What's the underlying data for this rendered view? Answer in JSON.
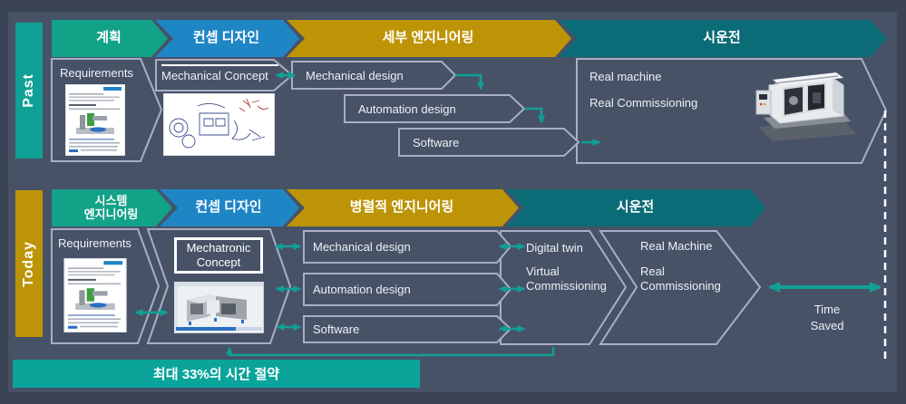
{
  "rows": {
    "past": {
      "label": "Past",
      "phases": [
        {
          "label": "계획"
        },
        {
          "label": "컨셉 디자인"
        },
        {
          "label": "세부 엔지니어링"
        },
        {
          "label": "시운전"
        }
      ],
      "steps": {
        "requirements": "Requirements",
        "mechanical_concept": "Mechanical Concept",
        "mechanical_design": "Mechanical design",
        "automation_design": "Automation design",
        "software": "Software",
        "real_machine": "Real machine",
        "real_commissioning": "Real Commissioning"
      }
    },
    "today": {
      "label": "Today",
      "phases": [
        {
          "line1": "시스템",
          "line2": "엔지니어링"
        },
        {
          "label": "컨셉 디자인"
        },
        {
          "label": "병렬적 엔지니어링"
        },
        {
          "label": "시운전"
        }
      ],
      "steps": {
        "requirements": "Requirements",
        "mechatronic_concept_line1": "Mechatronic",
        "mechatronic_concept_line2": "Concept",
        "mechanical_design": "Mechanical design",
        "automation_design": "Automation design",
        "software": "Software",
        "digital_twin": "Digital twin",
        "virtual_commissioning_line1": "Virtual",
        "virtual_commissioning_line2": "Commissioning",
        "real_machine": "Real Machine",
        "real_commissioning_line1": "Real",
        "real_commissioning_line2": "Commissioning"
      }
    }
  },
  "annotations": {
    "time_saved_line1": "Time",
    "time_saved_line2": "Saved",
    "banner": "최대 33%의 시간 절약"
  },
  "colors": {
    "background": "#475267",
    "frame": "#3a4455",
    "phase_green": "#12a287",
    "phase_blue": "#1f86c6",
    "phase_gold": "#bd9405",
    "phase_dark_teal": "#0b6c77",
    "row_bar_past": "#10a096",
    "row_bar_today": "#bd9405",
    "outline_gray": "#a9aec4",
    "arrow_teal": "#10a096",
    "banner_teal": "#0aa49b",
    "dashed_line": "#ffffff"
  }
}
